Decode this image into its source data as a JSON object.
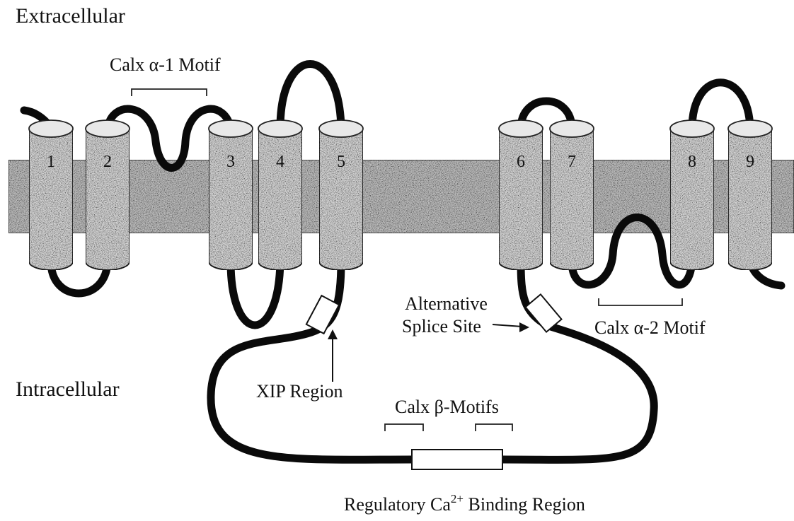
{
  "labels": {
    "extracellular": "Extracellular",
    "intracellular": "Intracellular",
    "calx_a1": "Calx α-1 Motif",
    "calx_a2": "Calx α-2 Motif",
    "calx_b": "Calx β-Motifs",
    "alt_splice_1": "Alternative",
    "alt_splice_2": "Splice Site",
    "xip": "XIP Region",
    "regulatory_pre": "Regulatory Ca",
    "regulatory_sup": "2+",
    "regulatory_post": " Binding Region"
  },
  "helices": [
    "1",
    "2",
    "3",
    "4",
    "5",
    "6",
    "7",
    "8",
    "9"
  ],
  "colors": {
    "membrane": "#bdbdbd",
    "helix": "#d6d6d6",
    "chain": "#0a0a0a"
  }
}
